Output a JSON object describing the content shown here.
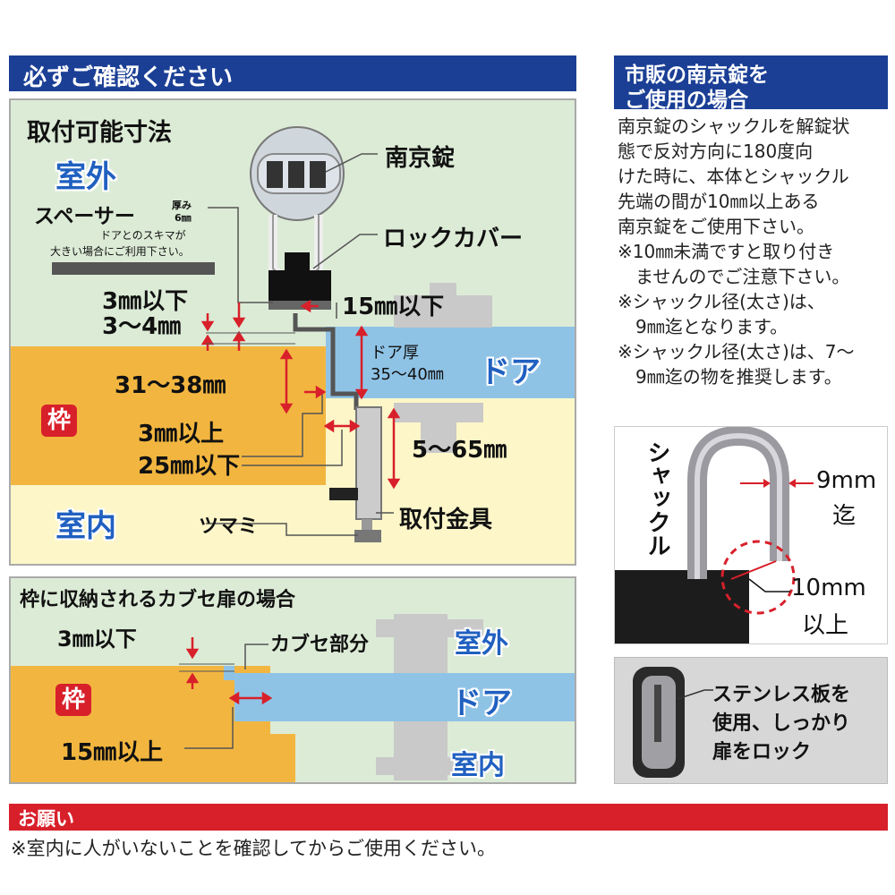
{
  "section1": {
    "header": "必ずご確認ください",
    "title": "取付可能寸法",
    "outside": "室外",
    "inside": "室内",
    "frame": "枠",
    "door": "ドア",
    "spacer": "スペーサー",
    "spacer_note_a": "厚み",
    "spacer_note_b": "6㎜",
    "spacer_desc_1": "ドアとのスキマが",
    "spacer_desc_2": "大きい場合にご利用下さい。",
    "padlock": "南京錠",
    "lock_cover": "ロックカバー",
    "dim_3mm_below": "3㎜以下",
    "dim_3_4mm": "3～4㎜",
    "dim_15mm_below": "15㎜以下",
    "door_thickness_label": "ドア厚",
    "door_thickness_value": "35～40㎜",
    "dim_31_38": "31～38㎜",
    "dim_3mm_above": "3㎜以上",
    "dim_25mm_below": "25㎜以下",
    "dim_5_65": "5～65㎜",
    "knob": "ツマミ",
    "bracket": "取付金具"
  },
  "section2": {
    "title": "枠に収納されるカブセ扉の場合",
    "dim_3mm_below": "3㎜以下",
    "kabuse": "カブセ部分",
    "outside": "室外",
    "door": "ドア",
    "inside": "室内",
    "frame": "枠",
    "dim_15mm_above": "15㎜以上"
  },
  "side": {
    "header_1": "市販の南京錠を",
    "header_2": "ご使用の場合",
    "body": [
      "南京錠のシャックルを解錠状",
      "態で反対方向に180度向",
      "けた時に、本体とシャックル",
      "先端の間が10㎜以上ある",
      "南京錠をご使用下さい。",
      "※10㎜未満ですと取り付き",
      "　ませんのでご注意下さい。",
      "※シャックル径(太さ)は、",
      "　9㎜迄となります。",
      "※シャックル径(太さ)は、7～",
      "　9㎜迄の物を推奨します。"
    ],
    "shackle": "シャックル",
    "dim_9mm": "9mm",
    "dim_9mm_suffix": "迄",
    "dim_10mm": "10mm",
    "dim_10mm_suffix": "以上",
    "plate_1": "ステンレス板を",
    "plate_2": "使用、しっかり",
    "plate_3": "扉をロック"
  },
  "request": {
    "header": "お願い",
    "text": "※室内に人がいないことを確認してからご使用ください。"
  },
  "colors": {
    "header_blue": "#1b3f95",
    "panel_green": "#dcebd6",
    "frame_orange": "#f2b640",
    "door_blue": "#8fc3e6",
    "inside_cream": "#fdf6c8",
    "accent_red": "#d8202a",
    "label_blue": "#2060c0"
  }
}
